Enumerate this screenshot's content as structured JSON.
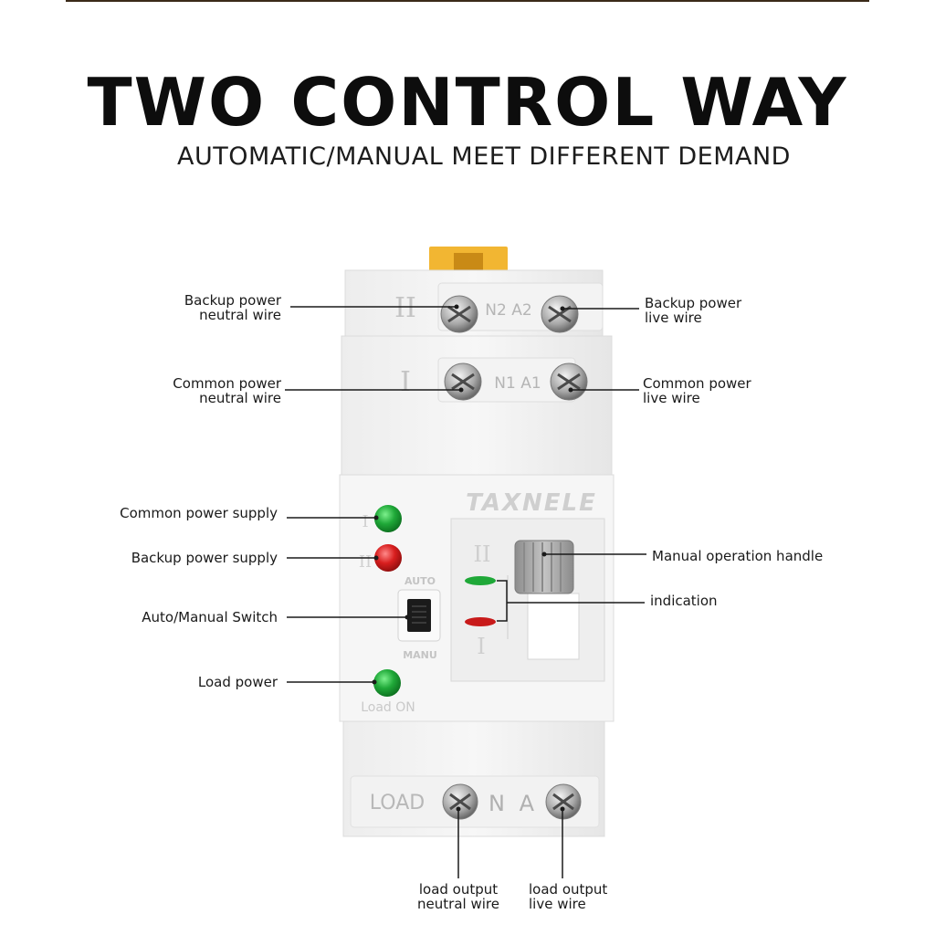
{
  "header": {
    "title": "TWO CONTROL WAY",
    "subtitle": "AUTOMATIC/MANUAL  MEET DIFFERENT DEMAND"
  },
  "device": {
    "brand": "TAXNELE",
    "terminal_top_roman": "II",
    "terminal_top_label": "N2 A2",
    "terminal_mid_roman": "I",
    "terminal_mid_label": "N1 A1",
    "indicator_common_roman": "I",
    "indicator_backup_roman": "II",
    "switch_auto": "AUTO",
    "switch_manu": "MANU",
    "load_on": "Load ON",
    "handle_top_roman": "II",
    "handle_bottom_roman": "I",
    "load_terminal_label": "LOAD",
    "load_terminal_na": "N A",
    "colors": {
      "led_green": "#1fa838",
      "led_red": "#d81e1e",
      "clip_orange": "#f2b632",
      "handle_gray": "#9a9a9a"
    }
  },
  "callouts": {
    "backup_neutral": [
      "Backup power",
      "neutral wire"
    ],
    "backup_live": [
      "Backup power",
      "live wire"
    ],
    "common_neutral": [
      "Common power",
      "neutral wire"
    ],
    "common_live": [
      "Common power",
      "live wire"
    ],
    "common_supply": "Common power supply",
    "backup_supply": "Backup power supply",
    "auto_manual": "Auto/Manual Switch",
    "load_power": "Load power",
    "manual_handle": "Manual operation handle",
    "indication": "indication",
    "load_neutral": [
      "load output",
      "neutral wire"
    ],
    "load_live": [
      "load output",
      "live wire"
    ]
  }
}
